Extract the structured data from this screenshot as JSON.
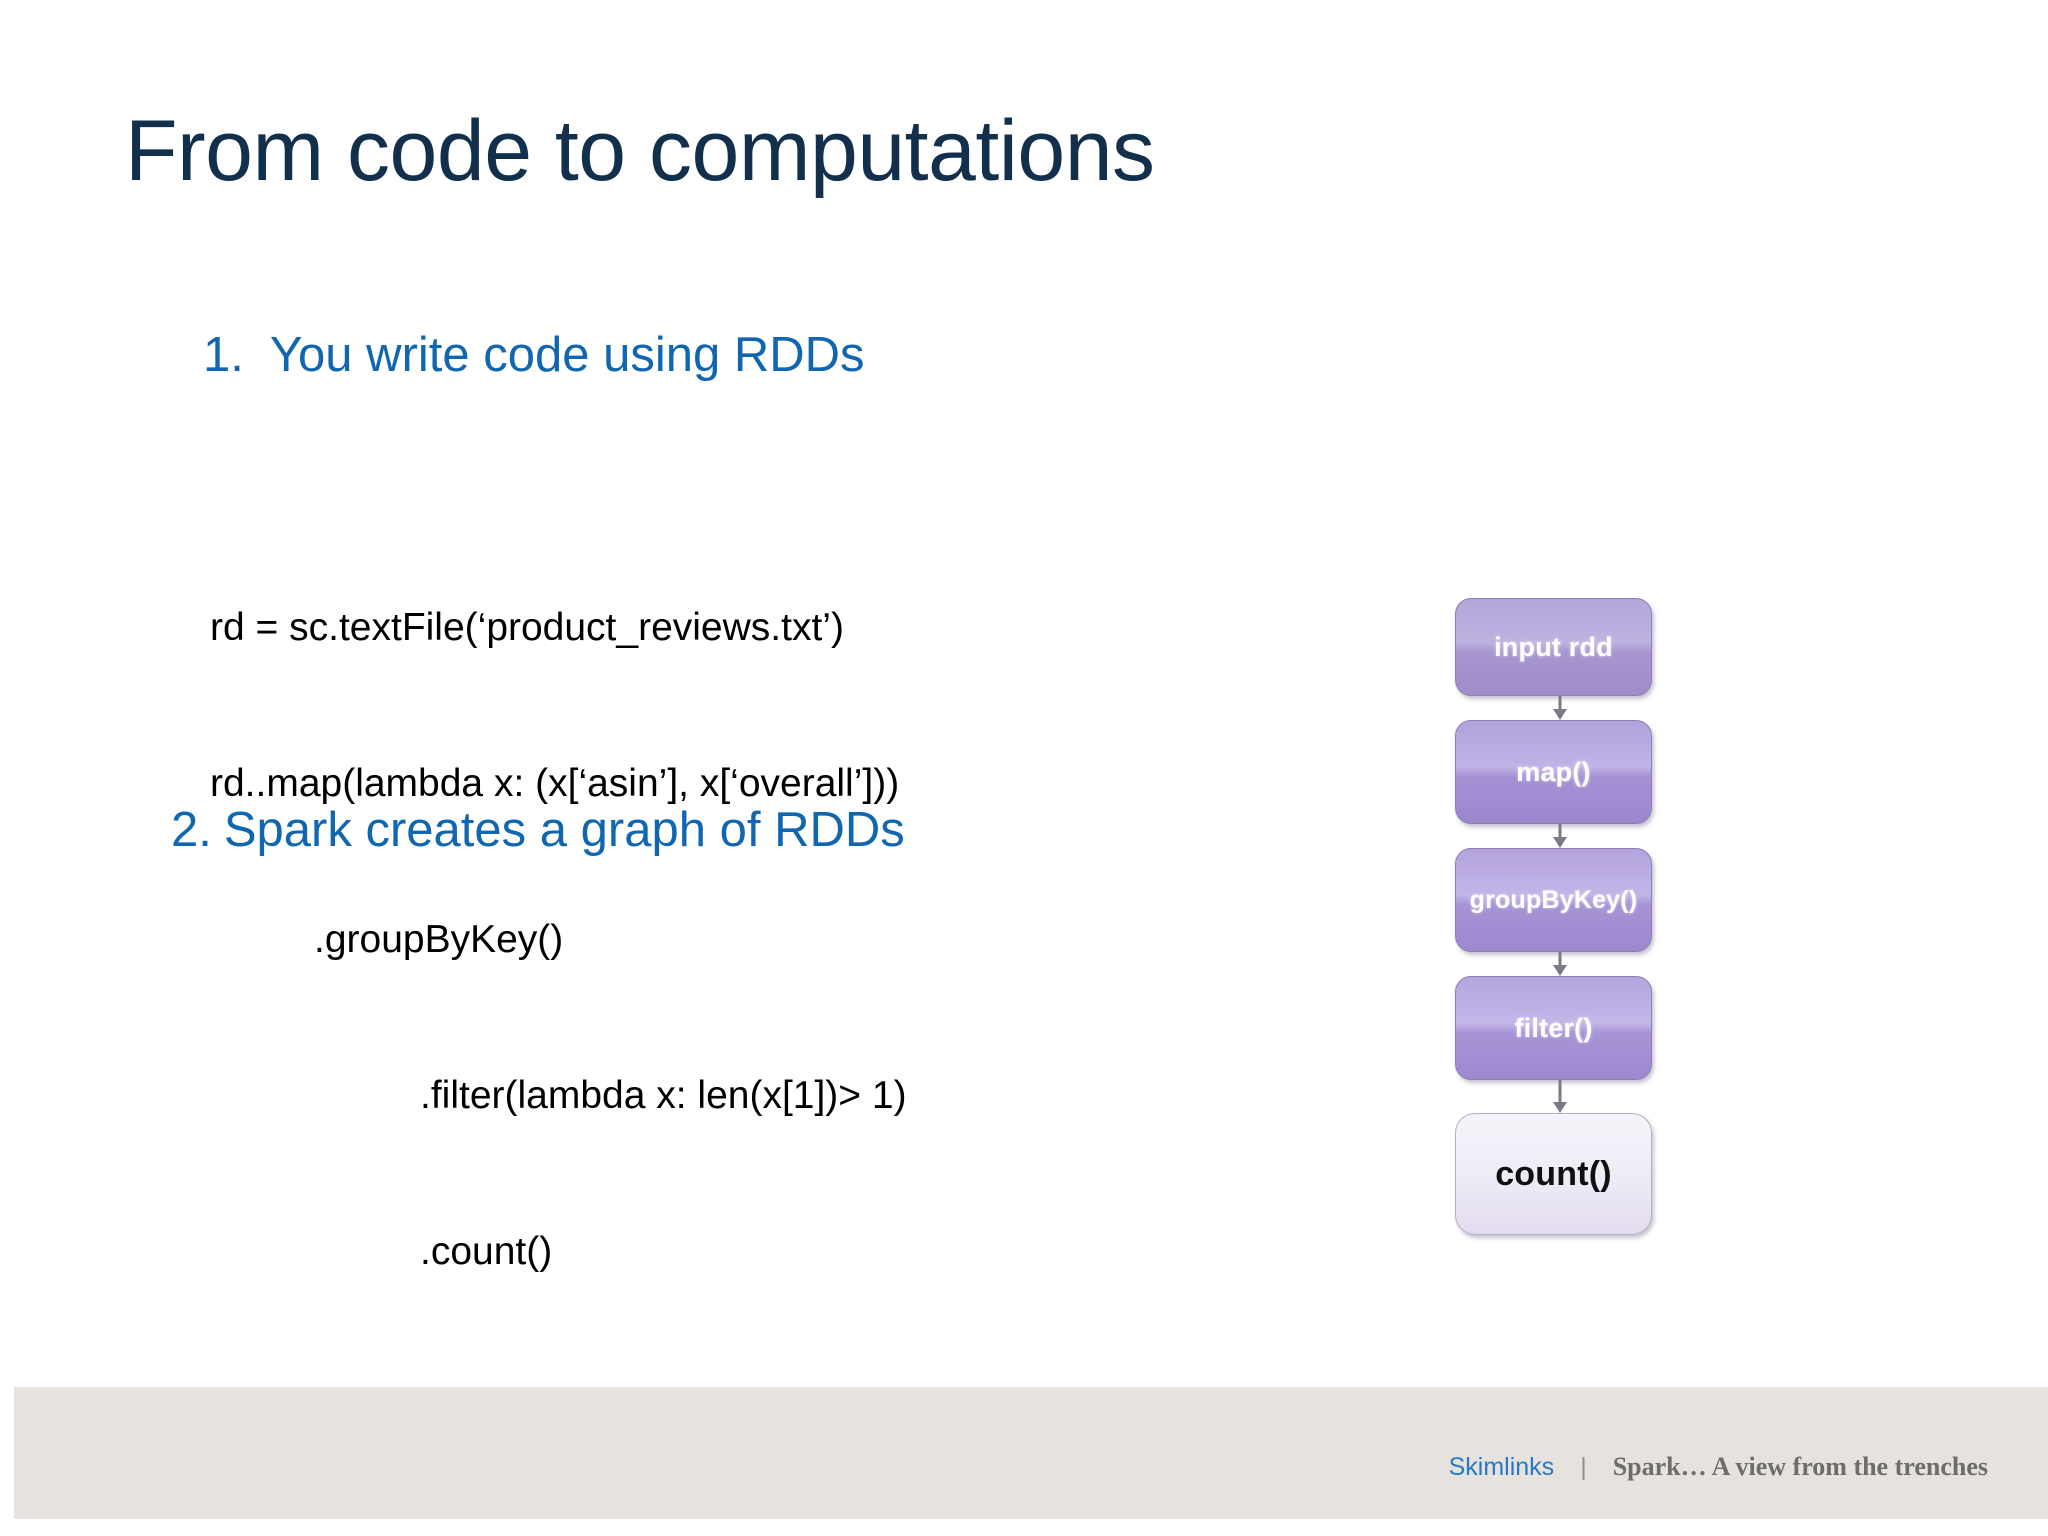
{
  "slide": {
    "title": "From code to computations",
    "title_color": "#12304b",
    "background": "#ffffff",
    "accent_blue": "#1166b0"
  },
  "bullets": [
    {
      "num": "1.",
      "text": "You write code using RDDs"
    },
    {
      "num": "2.",
      "text": "Spark creates a graph of RDDs"
    }
  ],
  "code": {
    "lines": [
      "rd = sc.textFile(‘product_reviews.txt’)",
      "rd..map(lambda x: (x[‘asin’], x[‘overall’]))",
      ".groupByKey()",
      ".filter(lambda x: len(x[1])> 1)",
      ".count()"
    ]
  },
  "diagram": {
    "type": "flow",
    "nodes": [
      {
        "label": "input rdd",
        "style": "purple"
      },
      {
        "label": "map()",
        "style": "purple"
      },
      {
        "label": "groupByKey()",
        "style": "purple"
      },
      {
        "label": "filter()",
        "style": "purple"
      },
      {
        "label": "count()",
        "style": "light"
      }
    ],
    "node_fill_purple": "#b1a0d8",
    "node_fill_light": "#ece8f4",
    "arrow_color": "#7b7b86"
  },
  "footer": {
    "brand": "Skimlinks",
    "separator": "|",
    "subtitle": "Spark… A view from the trenches",
    "band_color": "#e6e2dd",
    "brand_color": "#2a78c4",
    "subtitle_color": "#6d6d6d"
  }
}
